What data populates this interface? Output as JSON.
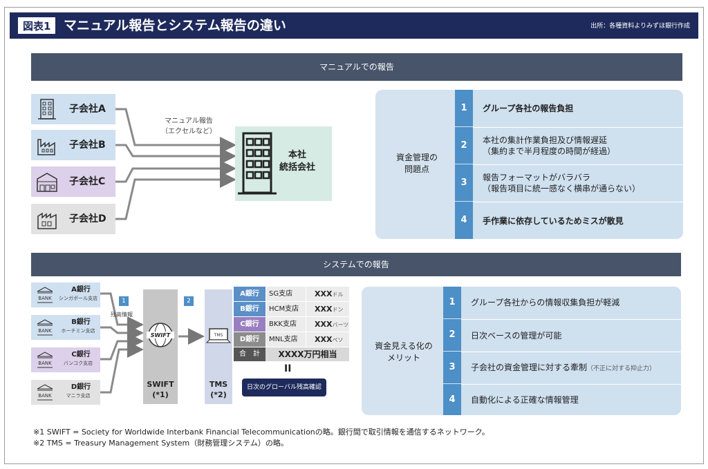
{
  "header": {
    "figure_label": "図表1",
    "title": "マニュアル報告とシステム報告の違い",
    "source": "出所：各種資料よりみずほ銀行作成"
  },
  "manual_section": {
    "heading": "マニュアルでの報告",
    "subsidiaries": [
      {
        "label": "子会社A",
        "icon": "office-building-icon"
      },
      {
        "label": "子会社B",
        "icon": "factory-icon"
      },
      {
        "label": "子会社C",
        "icon": "warehouse-icon"
      },
      {
        "label": "子会社D",
        "icon": "factory-icon"
      }
    ],
    "flow_note_line1": "マニュアル報告",
    "flow_note_line2": "（エクセルなど）",
    "hq_line1": "本社",
    "hq_line2": "統括会社",
    "panel_heading_line1": "資金管理の",
    "panel_heading_line2": "問題点",
    "issues": [
      {
        "num": "1",
        "line1": "グループ各社の報告負担",
        "line2": ""
      },
      {
        "num": "2",
        "line1": "本社の集計作業負担及び情報遅延",
        "line2": "（集約まで半月程度の時間が経過）"
      },
      {
        "num": "3",
        "line1": "報告フォーマットがバラバラ",
        "line2": "（報告項目に統一感なく横串が通らない）"
      },
      {
        "num": "4",
        "line1": "手作業に依存しているためミスが散見",
        "line2": ""
      }
    ]
  },
  "system_section": {
    "heading": "システムでの報告",
    "banks": [
      {
        "name": "A銀行",
        "branch": "シンガポール支店"
      },
      {
        "name": "B銀行",
        "branch": "ホーチミン支店"
      },
      {
        "name": "C銀行",
        "branch": "バンコク支店"
      },
      {
        "name": "D銀行",
        "branch": "マニラ支店"
      }
    ],
    "bank_icon_text": "BANK",
    "step1": "1",
    "step1_note": "残高情報",
    "step2": "2",
    "swift_icon_text": "SWIFT",
    "swift_label_line1": "SWIFT",
    "swift_label_line2": "(*1)",
    "tms_icon_text": "TMS",
    "tms_label_line1": "TMS",
    "tms_label_line2": "(*2)",
    "table": [
      {
        "bank": "A銀行",
        "branch": "SG支店",
        "amount": "XXX",
        "unit": "ドル",
        "color": "#5a8fc8"
      },
      {
        "bank": "B銀行",
        "branch": "HCM支店",
        "amount": "XXX",
        "unit": "ドン",
        "color": "#5a8fc8"
      },
      {
        "bank": "C銀行",
        "branch": "BKK支店",
        "amount": "XXX",
        "unit": "バーツ",
        "color": "#9a7fc0"
      },
      {
        "bank": "D銀行",
        "branch": "MNL支店",
        "amount": "XXX",
        "unit": "ペソ",
        "color": "#8c8c8c"
      }
    ],
    "total_label": "合　計",
    "total_value": "XXXX万円相当",
    "equals_sign": "II",
    "global_button": "日次のグローバル残高確認",
    "panel_heading_line1": "資金見える化の",
    "panel_heading_line2": "メリット",
    "benefits": [
      {
        "num": "1",
        "text": "グループ各社からの情報収集負担が軽減",
        "note": ""
      },
      {
        "num": "2",
        "text": "日次ベースの管理が可能",
        "note": ""
      },
      {
        "num": "3",
        "text": "子会社の資金管理に対する牽制",
        "note": "（不正に対する抑止力）"
      },
      {
        "num": "4",
        "text": "自動化による正確な情報管理",
        "note": ""
      }
    ]
  },
  "footnotes": [
    "※1 SWIFT =  Society for Worldwide Interbank Financial Telecommunicationの略。銀行間で取引情報を通信するネットワーク。",
    "※2 TMS =  Treasury Management System（財務管理システム）の略。"
  ],
  "colors": {
    "navy": "#1e2a5c",
    "section_bar": "#47546a",
    "accent_blue": "#4d8fc7",
    "panel_blue": "#d5e3f0",
    "hq_green": "#d6ebe3"
  }
}
